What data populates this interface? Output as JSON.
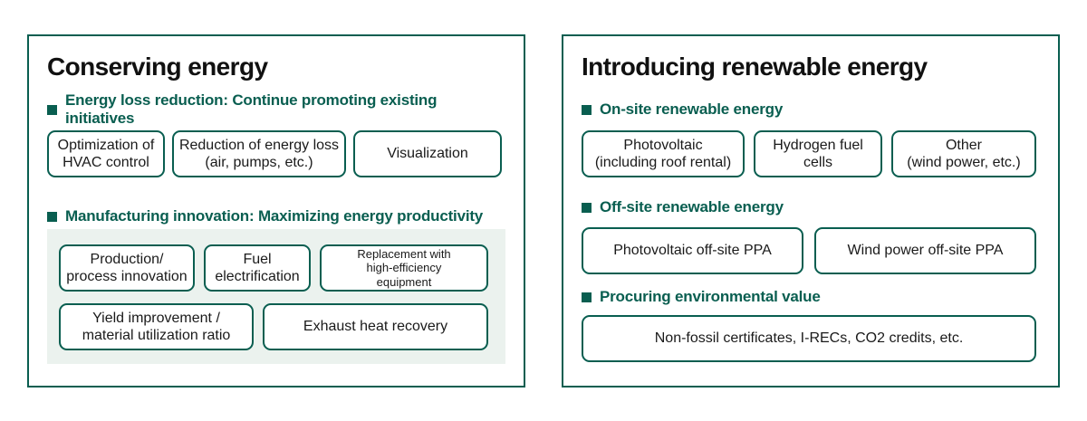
{
  "colors": {
    "accent_teal": "#095e50",
    "highlight_bg": "#ebf2ee",
    "title_text": "#111111",
    "box_text": "#1a1a1a"
  },
  "panels": [
    {
      "title": "Conserving energy",
      "sections": [
        {
          "heading": "Energy loss reduction: Continue promoting existing initiatives",
          "boxes": [
            "Optimization of\nHVAC control",
            "Reduction of energy loss\n(air, pumps, etc.)",
            "Visualization"
          ]
        },
        {
          "heading": "Manufacturing innovation: Maximizing energy productivity",
          "boxes": [
            "Production/\nprocess innovation",
            "Fuel\nelectrification",
            "Replacement with\nhigh-efficiency\nequipment",
            "Yield improvement /\nmaterial utilization ratio",
            "Exhaust heat recovery"
          ]
        }
      ]
    },
    {
      "title": "Introducing renewable energy",
      "sections": [
        {
          "heading": "On-site renewable energy",
          "boxes": [
            "Photovoltaic\n(including roof rental)",
            "Hydrogen fuel\ncells",
            "Other\n(wind power, etc.)"
          ]
        },
        {
          "heading": "Off-site renewable energy",
          "boxes": [
            "Photovoltaic off-site PPA",
            "Wind power off-site PPA"
          ]
        },
        {
          "heading": "Procuring environmental value",
          "boxes": [
            "Non-fossil certificates, I-RECs, CO2 credits, etc."
          ]
        }
      ]
    }
  ]
}
